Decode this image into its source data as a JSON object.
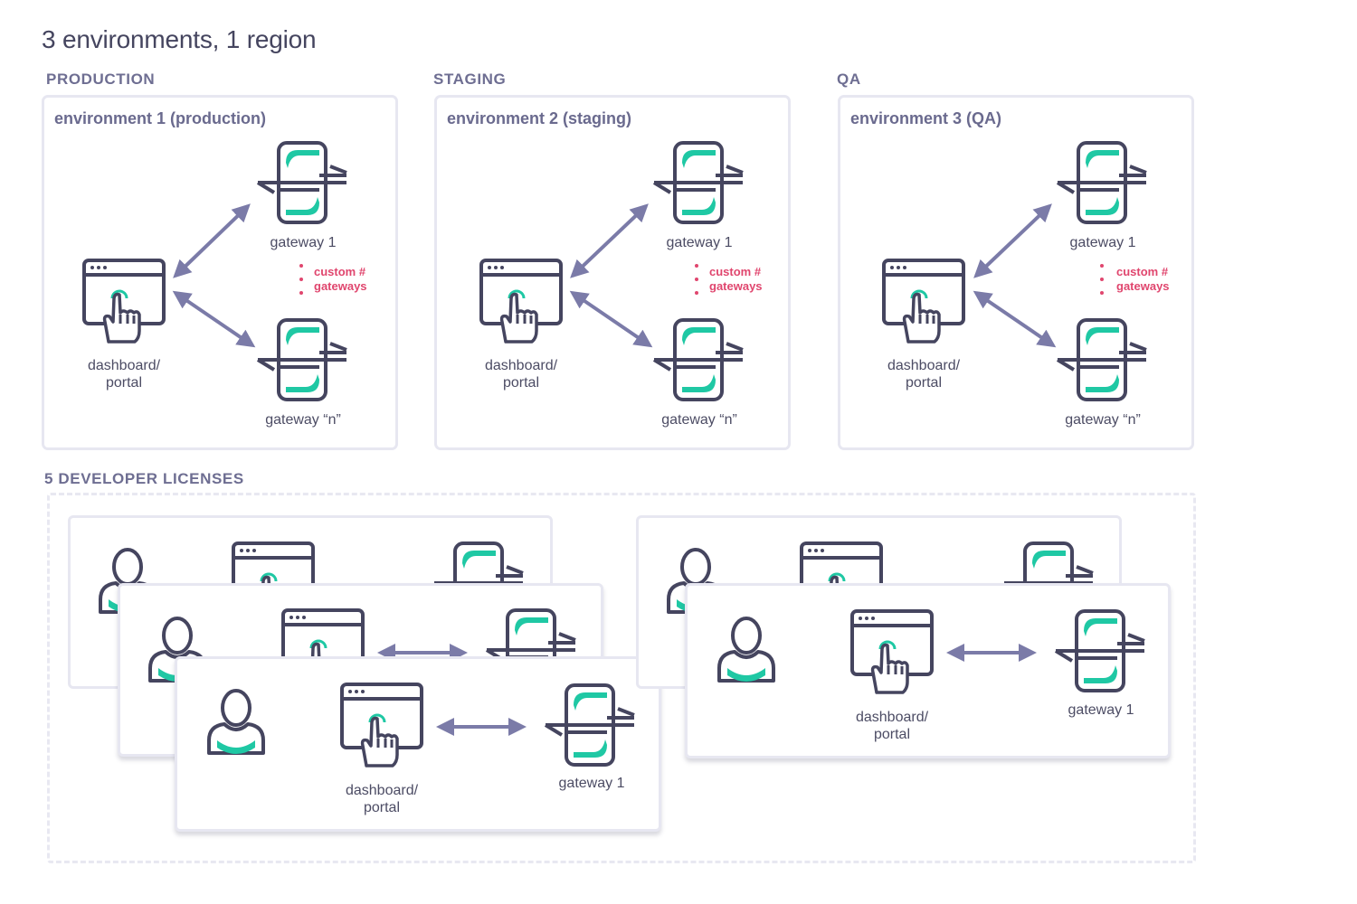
{
  "title": "3 environments, 1 region",
  "sections": {
    "production": "PRODUCTION",
    "staging": "STAGING",
    "qa": "QA",
    "developer": "5 DEVELOPER LICENSES"
  },
  "environments": [
    {
      "name": "environment 1 (production)",
      "dashboard": "dashboard/\nportal",
      "gateway_first": "gateway 1",
      "gateway_last": "gateway “n”",
      "custom": "custom #\ngateways"
    },
    {
      "name": "environment 2 (staging)",
      "dashboard": "dashboard/\nportal",
      "gateway_first": "gateway 1",
      "gateway_last": "gateway “n”",
      "custom": "custom #\ngateways"
    },
    {
      "name": "environment 3 (QA)",
      "dashboard": "dashboard/\nportal",
      "gateway_first": "gateway 1",
      "gateway_last": "gateway “n”",
      "custom": "custom #\ngateways"
    }
  ],
  "developer_cards": [
    {
      "dashboard": "dashboard/\nportal",
      "gateway": "gateway 1"
    },
    {
      "dashboard": "dashboard/\nportal",
      "gateway": "gateway 1"
    }
  ],
  "colors": {
    "stroke": "#45455f",
    "accent": "#1fc8a4",
    "arrow": "#7b7ba8",
    "custom": "#e0466e"
  }
}
